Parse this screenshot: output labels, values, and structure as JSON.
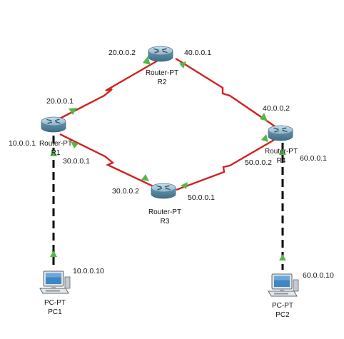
{
  "topology": {
    "routers": [
      {
        "id": "R1",
        "type_label": "Router-PT",
        "name_label": "R1"
      },
      {
        "id": "R2",
        "type_label": "Router-PT",
        "name_label": "R2"
      },
      {
        "id": "R3",
        "type_label": "Router-PT",
        "name_label": "R3"
      },
      {
        "id": "R4",
        "type_label": "Router-PT",
        "name_label": "R4"
      }
    ],
    "pcs": [
      {
        "id": "PC1",
        "type_label": "PC-PT",
        "name_label": "PC1",
        "ip": "10.0.0.10"
      },
      {
        "id": "PC2",
        "type_label": "PC-PT",
        "name_label": "PC2",
        "ip": "60.0.0.10"
      }
    ],
    "serial_links": [
      {
        "from": "R1",
        "to": "R2",
        "from_ip": "20.0.0.1",
        "to_ip": "20.0.0.2"
      },
      {
        "from": "R2",
        "to": "R4",
        "from_ip": "40.0.0.1",
        "to_ip": "40.0.0.2"
      },
      {
        "from": "R1",
        "to": "R3",
        "from_ip": "30.0.0.1",
        "to_ip": "30.0.0.2"
      },
      {
        "from": "R3",
        "to": "R4",
        "from_ip": "50.0.0.1",
        "to_ip": "50.0.0.2"
      }
    ],
    "ethernet_links": [
      {
        "from": "R1",
        "to": "PC1",
        "router_ip": "10.0.0.1"
      },
      {
        "from": "R4",
        "to": "PC2",
        "router_ip": "60.0.0.1"
      }
    ],
    "colors": {
      "serial": "#d42020",
      "ethernet": "#000000",
      "status": "#52b84a",
      "router_body": "#5f8ea6"
    }
  }
}
